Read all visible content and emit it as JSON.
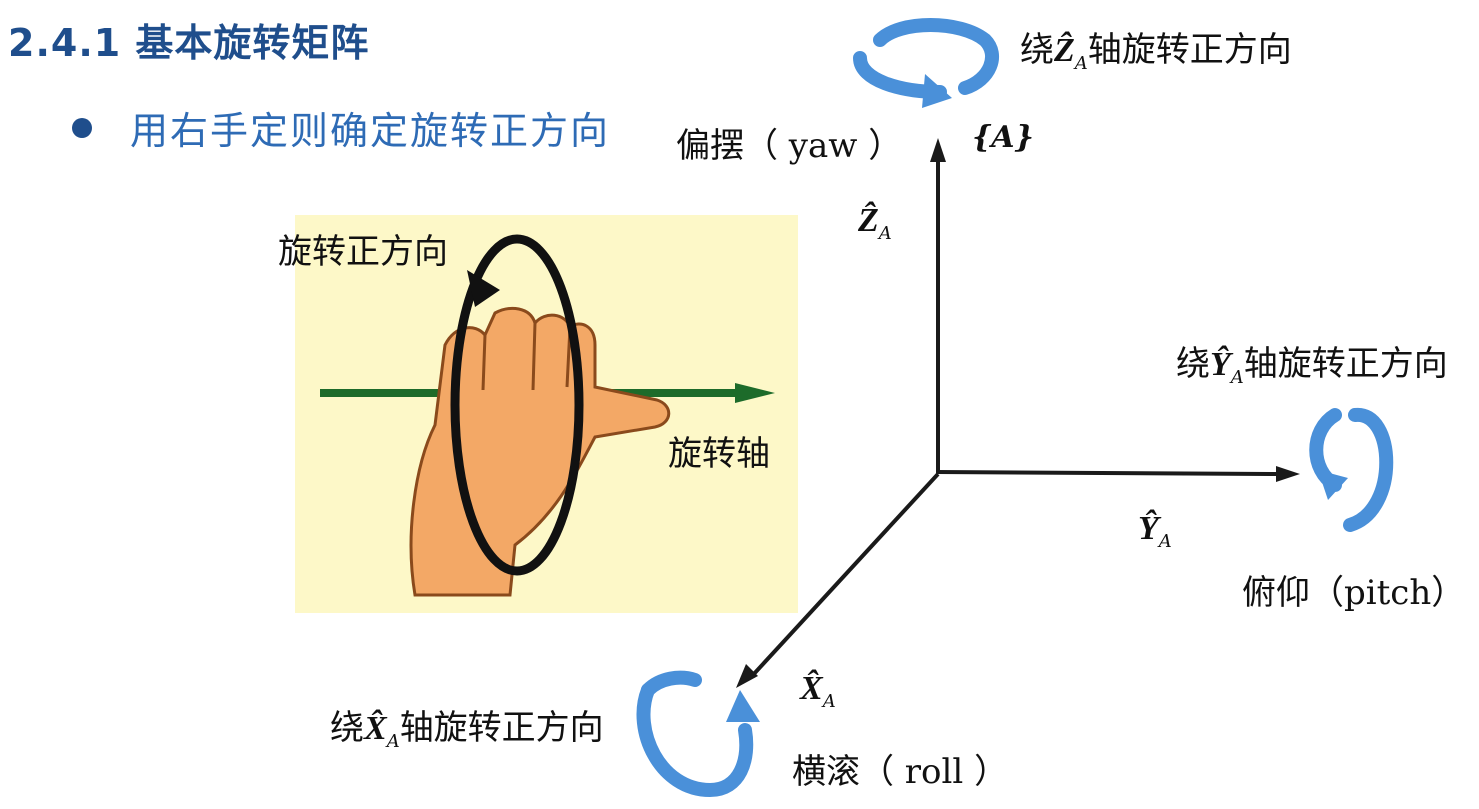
{
  "slide": {
    "title": "2.4.1 基本旋转矩阵",
    "bullet": "用右手定则确定旋转正方向"
  },
  "hand_panel": {
    "rotation_label": "旋转正方向",
    "axis_label": "旋转轴"
  },
  "frame": {
    "name": "{A}",
    "z_axis": {
      "symbol": "Ẑ",
      "sub": "A"
    },
    "y_axis": {
      "symbol": "Ŷ",
      "sub": "A"
    },
    "x_axis": {
      "symbol": "X̂",
      "sub": "A"
    }
  },
  "rotations": {
    "yaw_label": "偏摆（ yaw ）",
    "z_caption": {
      "pre": "绕",
      "symbol": "Ẑ",
      "sub": "A",
      "post": "轴旋转正方向"
    },
    "pitch_label": "俯仰（pitch）",
    "y_caption": {
      "pre": "绕",
      "symbol": "Ŷ",
      "sub": "A",
      "post": "轴旋转正方向"
    },
    "roll_label": "横滚（ roll ）",
    "x_caption": {
      "pre": "绕",
      "symbol": "X̂",
      "sub": "A",
      "post": "轴旋转正方向"
    }
  },
  "colors": {
    "title": "#1f4e8c",
    "bullet_text": "#2e6bb5",
    "rotation_arrow": "#4a90d9",
    "axis_line": "#1a1a1a",
    "hand_bg": "#fdf8c8",
    "green_axis": "#1d6b2a",
    "skin": "#f3a866"
  }
}
